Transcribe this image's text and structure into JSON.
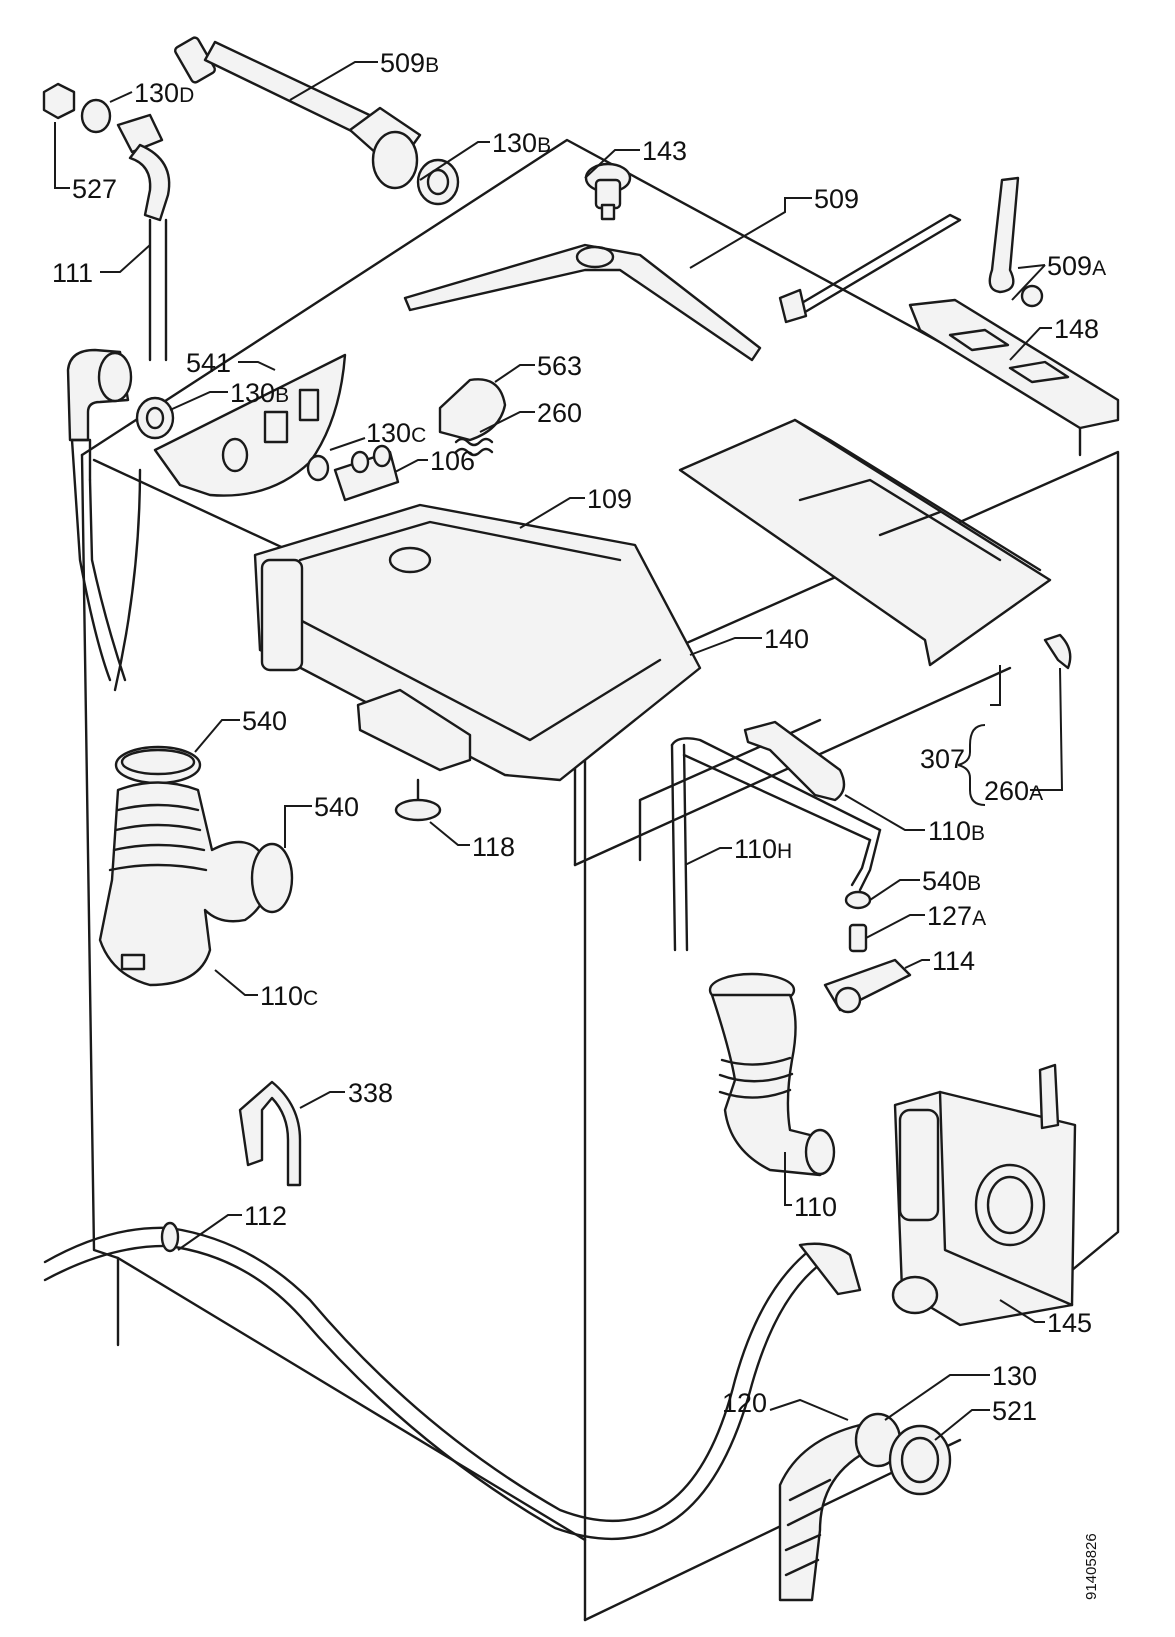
{
  "diagram": {
    "document_number": "91405826",
    "labels": {
      "p509b": {
        "num": "509",
        "suffix": "B"
      },
      "p130d": {
        "num": "130",
        "suffix": "D"
      },
      "p130b_top": {
        "num": "130",
        "suffix": "B"
      },
      "p143": {
        "num": "143",
        "suffix": ""
      },
      "p527": {
        "num": "527",
        "suffix": ""
      },
      "p509": {
        "num": "509",
        "suffix": ""
      },
      "p509a": {
        "num": "509",
        "suffix": "A"
      },
      "p111": {
        "num": "111",
        "suffix": ""
      },
      "p148": {
        "num": "148",
        "suffix": ""
      },
      "p541": {
        "num": "541",
        "suffix": ""
      },
      "p563": {
        "num": "563",
        "suffix": ""
      },
      "p130b_mid": {
        "num": "130",
        "suffix": "B"
      },
      "p260": {
        "num": "260",
        "suffix": ""
      },
      "p130c": {
        "num": "130",
        "suffix": "C"
      },
      "p106": {
        "num": "106",
        "suffix": ""
      },
      "p109": {
        "num": "109",
        "suffix": ""
      },
      "p140": {
        "num": "140",
        "suffix": ""
      },
      "p540_a": {
        "num": "540",
        "suffix": ""
      },
      "p307": {
        "num": "307",
        "suffix": ""
      },
      "p540_b": {
        "num": "540",
        "suffix": ""
      },
      "p260a": {
        "num": "260",
        "suffix": "A"
      },
      "p110b": {
        "num": "110",
        "suffix": "B"
      },
      "p118": {
        "num": "118",
        "suffix": ""
      },
      "p110h": {
        "num": "110",
        "suffix": "H"
      },
      "p540b": {
        "num": "540",
        "suffix": "B"
      },
      "p127a": {
        "num": "127",
        "suffix": "A"
      },
      "p114": {
        "num": "114",
        "suffix": ""
      },
      "p110c": {
        "num": "110",
        "suffix": "C"
      },
      "p338": {
        "num": "338",
        "suffix": ""
      },
      "p110": {
        "num": "110",
        "suffix": ""
      },
      "p112": {
        "num": "112",
        "suffix": ""
      },
      "p145": {
        "num": "145",
        "suffix": ""
      },
      "p130": {
        "num": "130",
        "suffix": ""
      },
      "p120": {
        "num": "120",
        "suffix": ""
      },
      "p521": {
        "num": "521",
        "suffix": ""
      }
    }
  }
}
